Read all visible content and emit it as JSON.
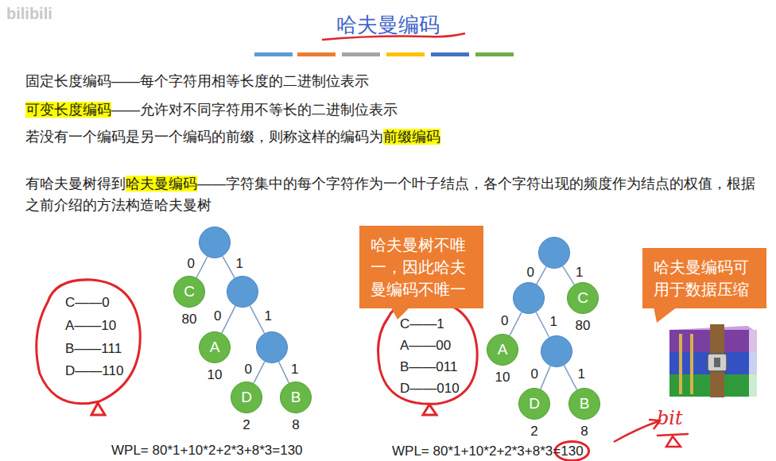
{
  "diagram": {
    "title": "哈夫曼编码",
    "nodes": [
      {
        "text": []
      },
      {
        "text": [
          "C",
          "80"
        ]
      },
      {
        "text": []
      },
      {
        "text": [
          "A",
          "10"
        ]
      },
      {
        "text": []
      },
      {
        "text": [
          "D",
          "2"
        ]
      },
      {
        "text": [
          "B",
          "8"
        ]
      },
      {
        "text": [
          "哈夫曼树不唯一，因此哈夫曼编码不唯一"
        ]
      },
      {
        "text": []
      },
      {
        "text": []
      },
      {
        "text": [
          "C",
          "80"
        ]
      },
      {
        "text": [
          "A",
          "10"
        ]
      },
      {
        "text": []
      },
      {
        "text": [
          "D",
          "2"
        ]
      },
      {
        "text": [
          "B",
          "8"
        ]
      },
      {
        "text": [
          "哈夫曼编码可用于数据压缩"
        ]
      }
    ],
    "edges": [
      {
        "from": 0,
        "to": 1,
        "arrow": "none",
        "label": "0"
      },
      {
        "from": 0,
        "to": 2,
        "arrow": "none",
        "label": "1"
      },
      {
        "from": 2,
        "to": 3,
        "arrow": "none",
        "label": "0"
      },
      {
        "from": 2,
        "to": 4,
        "arrow": "none",
        "label": "1"
      },
      {
        "from": 4,
        "to": 5,
        "arrow": "none",
        "label": "0"
      },
      {
        "from": 4,
        "to": 6,
        "arrow": "none",
        "label": "1"
      },
      {
        "from": 8,
        "to": 9,
        "arrow": "none",
        "label": "0"
      },
      {
        "from": 8,
        "to": 10,
        "arrow": "none",
        "label": "1"
      },
      {
        "from": 9,
        "to": 11,
        "arrow": "none",
        "label": "0"
      },
      {
        "from": 9,
        "to": 12,
        "arrow": "none",
        "label": "1"
      },
      {
        "from": 12,
        "to": 13,
        "arrow": "none",
        "label": "0"
      },
      {
        "from": 12,
        "to": 14,
        "arrow": "none",
        "label": "1"
      }
    ],
    "labels": [
      "bilibili",
      "固定长度编码——每个字符用相等长度的二进制位表示",
      "可变长度编码",
      "——允许对不同字符用不等长的二进制位表示",
      "若没有一个编码是另一个编码的前缀，则称这样的编码为",
      "前缀编码",
      "有哈夫曼树得到",
      "哈夫曼编码",
      "——字符集中的每个字符作为一个叶子结点，各个字符出现的频度作为结点的权值，根据之前介绍的方法构造哈夫曼树",
      "C——0",
      "A——10",
      "B——111",
      "D——110",
      "WPL= 80*1+10*2+2*3+8*3=130",
      "C——1",
      "A——00",
      "B——011",
      "D——010",
      "WPL= 80*1+10*2+2*3+8*3=",
      "130",
      "bit"
    ]
  }
}
